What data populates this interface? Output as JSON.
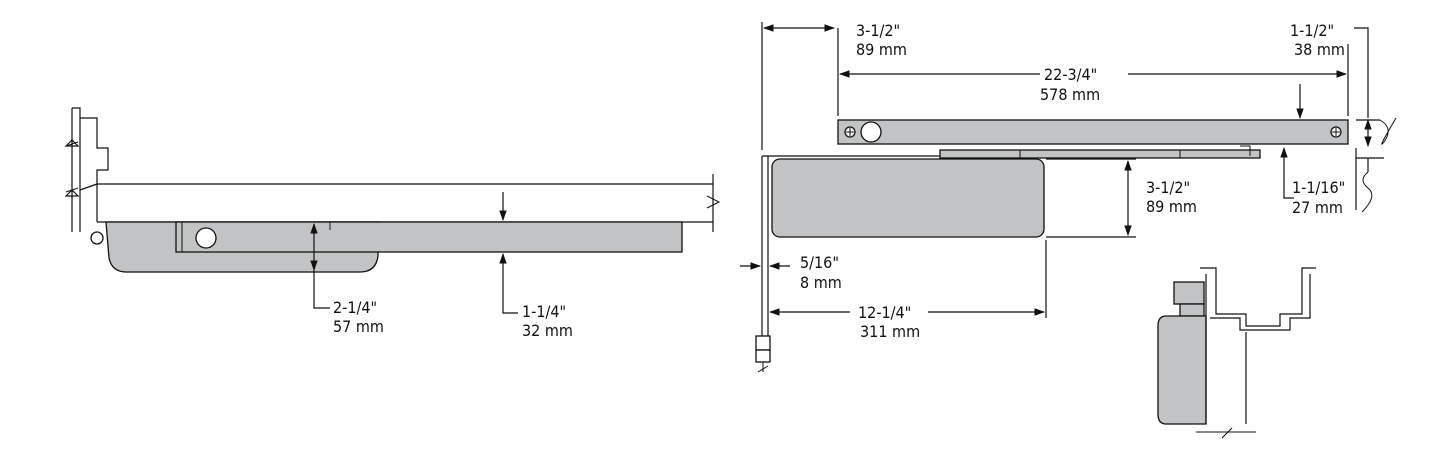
{
  "colors": {
    "body": "#c2c3c5",
    "line": "#111111",
    "background": "#ffffff"
  },
  "side_view": {
    "dim_body_height": {
      "imperial": "2-1/4\"",
      "metric": "57 mm"
    },
    "dim_track_height": {
      "imperial": "1-1/4\"",
      "metric": "32 mm"
    }
  },
  "top_view": {
    "dim_left_offset": {
      "imperial": "3-1/2\"",
      "metric": "89 mm"
    },
    "dim_track_length": {
      "imperial": "22-3/4\"",
      "metric": "578 mm"
    },
    "dim_right_offset": {
      "imperial": "1-1/2\"",
      "metric": "38 mm"
    },
    "dim_closer_depth": {
      "imperial": "3-1/2\"",
      "metric": "89 mm"
    },
    "dim_arm_offset": {
      "imperial": "1-1/16\"",
      "metric": "27 mm"
    },
    "dim_hinge_gap": {
      "imperial": "5/16\"",
      "metric": "8 mm"
    },
    "dim_closer_length": {
      "imperial": "12-1/4\"",
      "metric": "311 mm"
    }
  }
}
